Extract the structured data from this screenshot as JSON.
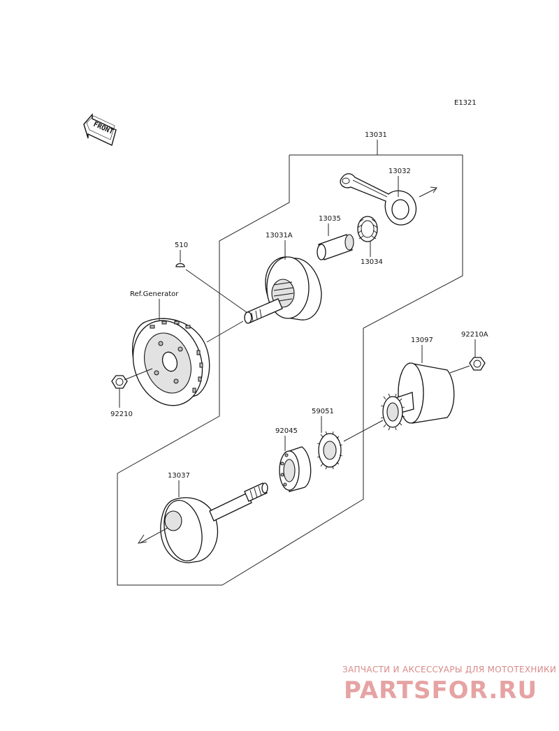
{
  "diagram_code": "E1321",
  "front_label": "FRONT",
  "parts": {
    "p13031": "13031",
    "p13032": "13032",
    "p13035": "13035",
    "p13031A": "13031A",
    "p13034": "13034",
    "p510": "510",
    "ref_generator": "Ref.Generator",
    "p92210": "92210",
    "p13097": "13097",
    "p92210A": "92210A",
    "p59051": "59051",
    "p92045": "92045",
    "p13037": "13037"
  },
  "watermark": {
    "tagline": "ЗАПЧАСТИ И АКСЕССУАРЫ ДЛЯ МОТОТЕХНИКИ",
    "logo": "PARTSFOR.RU"
  }
}
